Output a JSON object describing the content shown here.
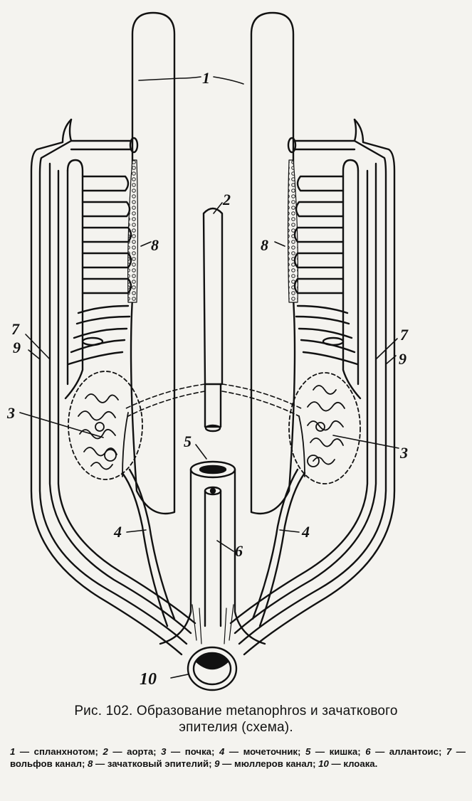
{
  "figure": {
    "labels": {
      "l1": "1",
      "l2": "2",
      "l3_left": "3",
      "l3_right": "3",
      "l4_left": "4",
      "l4_right": "4",
      "l5": "5",
      "l6": "6",
      "l7_left": "7",
      "l7_right": "7",
      "l8_left": "8",
      "l8_right": "8",
      "l9_left": "9",
      "l9_right": "9",
      "l10": "10"
    }
  },
  "caption": {
    "title_line1": "Рис. 102. Образование metanophros и зачаткового",
    "title_line2": "эпителия (схема)."
  },
  "legend": {
    "items": [
      {
        "num": "1",
        "text": " — спланхнотом; "
      },
      {
        "num": "2",
        "text": " — аорта; "
      },
      {
        "num": "3",
        "text": " — почка; "
      },
      {
        "num": "4",
        "text": " — мочеточник; "
      },
      {
        "num": "5",
        "text": " — кишка; "
      },
      {
        "num": "6",
        "text": " — аллантоис; "
      },
      {
        "num": "7",
        "text": " — вольфов канал; "
      },
      {
        "num": "8",
        "text": " — зачатковый эпителий; "
      },
      {
        "num": "9",
        "text": " — мюллеров канал; "
      },
      {
        "num": "10",
        "text": " — клоака."
      }
    ]
  }
}
